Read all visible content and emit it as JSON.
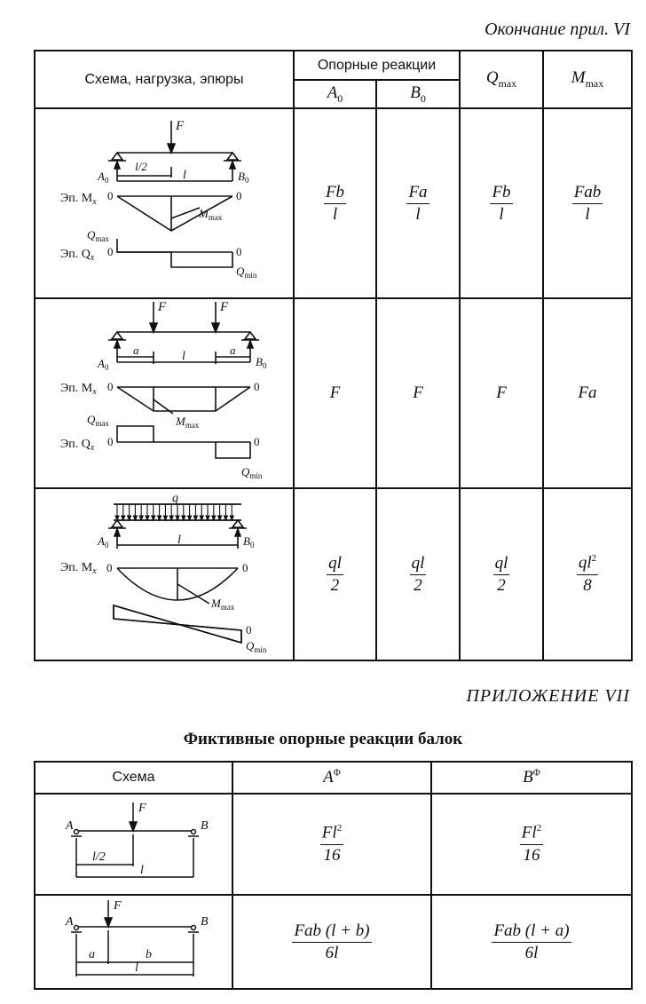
{
  "header": {
    "continuation": "Окончание прил. VI",
    "appendix": "ПРИЛОЖЕНИЕ VII",
    "fictitious_title": "Фиктивные опорные реакции балок"
  },
  "table1": {
    "columns": {
      "scheme": "Схема, нагрузка, эпюры",
      "support_reactions": "Опорные реакции",
      "a0": "A",
      "a0_sub": "0",
      "b0": "B",
      "b0_sub": "0",
      "qmax": "Q",
      "qmax_sub": "max",
      "mmax": "M",
      "mmax_sub": "max"
    },
    "rows": [
      {
        "diagram": {
          "force": "F",
          "half": "l/2",
          "span": "l",
          "a0": "A",
          "b0": "B",
          "sub0": "0",
          "moment_label": "Эп. M",
          "moment_sub": "x",
          "zero": "0",
          "qmax": "Q",
          "max_sub": "max",
          "mmax": "M",
          "shear_label": "Эп. Q",
          "shear_sub": "x",
          "qmin": "Q",
          "min_sub": "min"
        },
        "a0": {
          "num": "Fb",
          "den": "l"
        },
        "b0": {
          "num": "Fa",
          "den": "l"
        },
        "qmax": {
          "num": "Fb",
          "den": "l"
        },
        "mmax": {
          "num": "Fab",
          "den": "l"
        }
      },
      {
        "diagram": {
          "force": "F",
          "a": "a",
          "span": "l",
          "a0": "A",
          "b0": "B",
          "sub0": "0",
          "moment_label": "Эп. M",
          "moment_sub": "x",
          "zero": "0",
          "qmax": "Q",
          "max_sub": "max",
          "mmax": "M",
          "shear_label": "Эп. Q",
          "shear_sub": "x",
          "qmin": "Q",
          "min_sub": "min"
        },
        "a0": "F",
        "b0": "F",
        "qmax": "F",
        "mmax": "Fa"
      },
      {
        "diagram": {
          "load": "q",
          "span": "l",
          "a0": "A",
          "b0": "B",
          "sub0": "0",
          "moment_label": "Эп. M",
          "moment_sub": "x",
          "zero": "0",
          "mmax": "M",
          "max_sub": "max",
          "qmin": "Q",
          "min_sub": "min"
        },
        "a0": {
          "num": "ql",
          "den": "2"
        },
        "b0": {
          "num": "ql",
          "den": "2"
        },
        "qmax": {
          "num": "ql",
          "den": "2"
        },
        "mmax": {
          "num": "ql",
          "num_sup": "2",
          "den": "8"
        }
      }
    ]
  },
  "table2": {
    "columns": {
      "scheme": "Схема",
      "a_phi": "A",
      "b_phi": "B",
      "phi_sup": "Φ"
    },
    "rows": [
      {
        "diagram": {
          "a": "A",
          "b": "B",
          "force": "F",
          "half": "l/2",
          "span": "l"
        },
        "a_phi": {
          "num": "Fl",
          "num_sup": "2",
          "den": "16"
        },
        "b_phi": {
          "num": "Fl",
          "num_sup": "2",
          "den": "16"
        }
      },
      {
        "diagram": {
          "a": "A",
          "b": "B",
          "force": "F",
          "seg_a": "a",
          "seg_b": "b",
          "span": "l"
        },
        "a_phi": {
          "num": "Fab (l + b)",
          "den": "6l"
        },
        "b_phi": {
          "num": "Fab (l + a)",
          "den": "6l"
        }
      }
    ]
  }
}
